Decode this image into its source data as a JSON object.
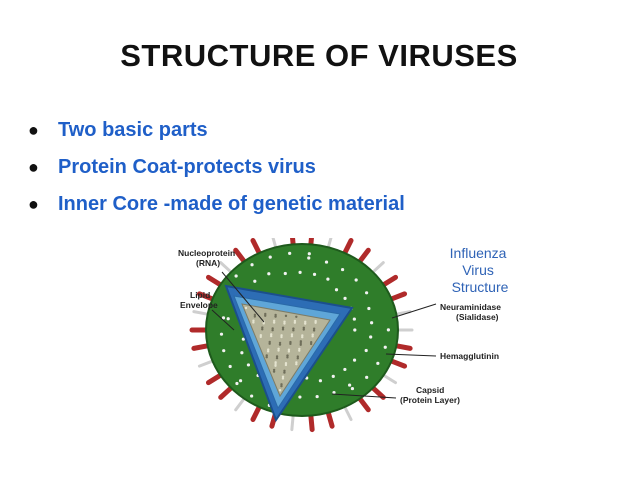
{
  "slide": {
    "title": "STRUCTURE OF VIRUSES",
    "bullets": [
      {
        "text": "Two basic parts"
      },
      {
        "text": "Protein Coat-protects virus"
      },
      {
        "text": "Inner Core -made of genetic material"
      }
    ],
    "bullet_color": "#1f5fc8"
  },
  "figure": {
    "title_lines": [
      "Influenza",
      "Virus",
      "Structure"
    ],
    "labels": {
      "nucleoprotein": [
        "Nucleoprotein",
        "(RNA)"
      ],
      "lipid": [
        "Lipid",
        "Envelope"
      ],
      "neuraminidase": [
        "Neuraminidase",
        "(Sialidase)"
      ],
      "hemagglutinin": [
        "Hemagglutinin"
      ],
      "capsid": [
        "Capsid",
        "(Protein Layer)"
      ]
    },
    "colors": {
      "title": "#2f63b6",
      "body_green": "#2f7d2a",
      "spike_red": "#b02a2a",
      "capsid_blue": "#2d6db5",
      "core_fill": "#b5b49a"
    }
  }
}
